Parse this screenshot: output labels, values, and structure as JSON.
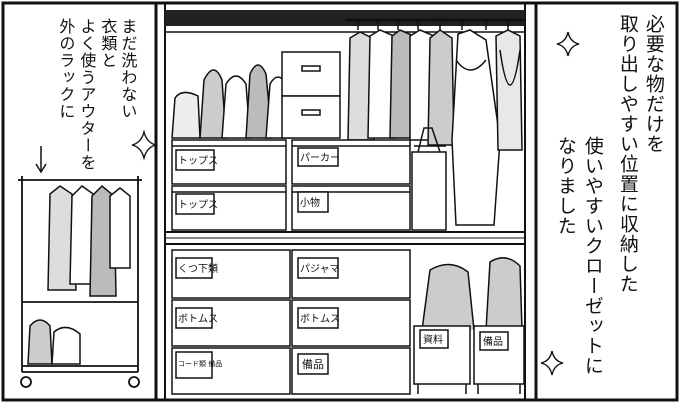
{
  "panel": {
    "narration_col1": "必要な物だけを",
    "narration_col2": "取り出しやすい位置に収納した",
    "narration_col3": "使いやすいクローゼットに",
    "narration_col4": "なりました",
    "side_col1": "まだ洗わない",
    "side_col2": "衣類と",
    "side_col3": "よく使うアウターを",
    "side_col4": "外のラックに"
  },
  "upper_boxes": {
    "left_top": "トップス",
    "left_bottom": "トップス",
    "right_top": "パーカー",
    "right_bottom": "小物"
  },
  "lower_boxes": {
    "left_top": "くつ下類",
    "left_mid": "ボトムス",
    "left_bottom": "コード類 備品",
    "right_top": "パジャマ",
    "right_mid": "ボトムス",
    "right_bottom": "備品"
  },
  "baskets": {
    "left": "資料",
    "right": "備品"
  }
}
